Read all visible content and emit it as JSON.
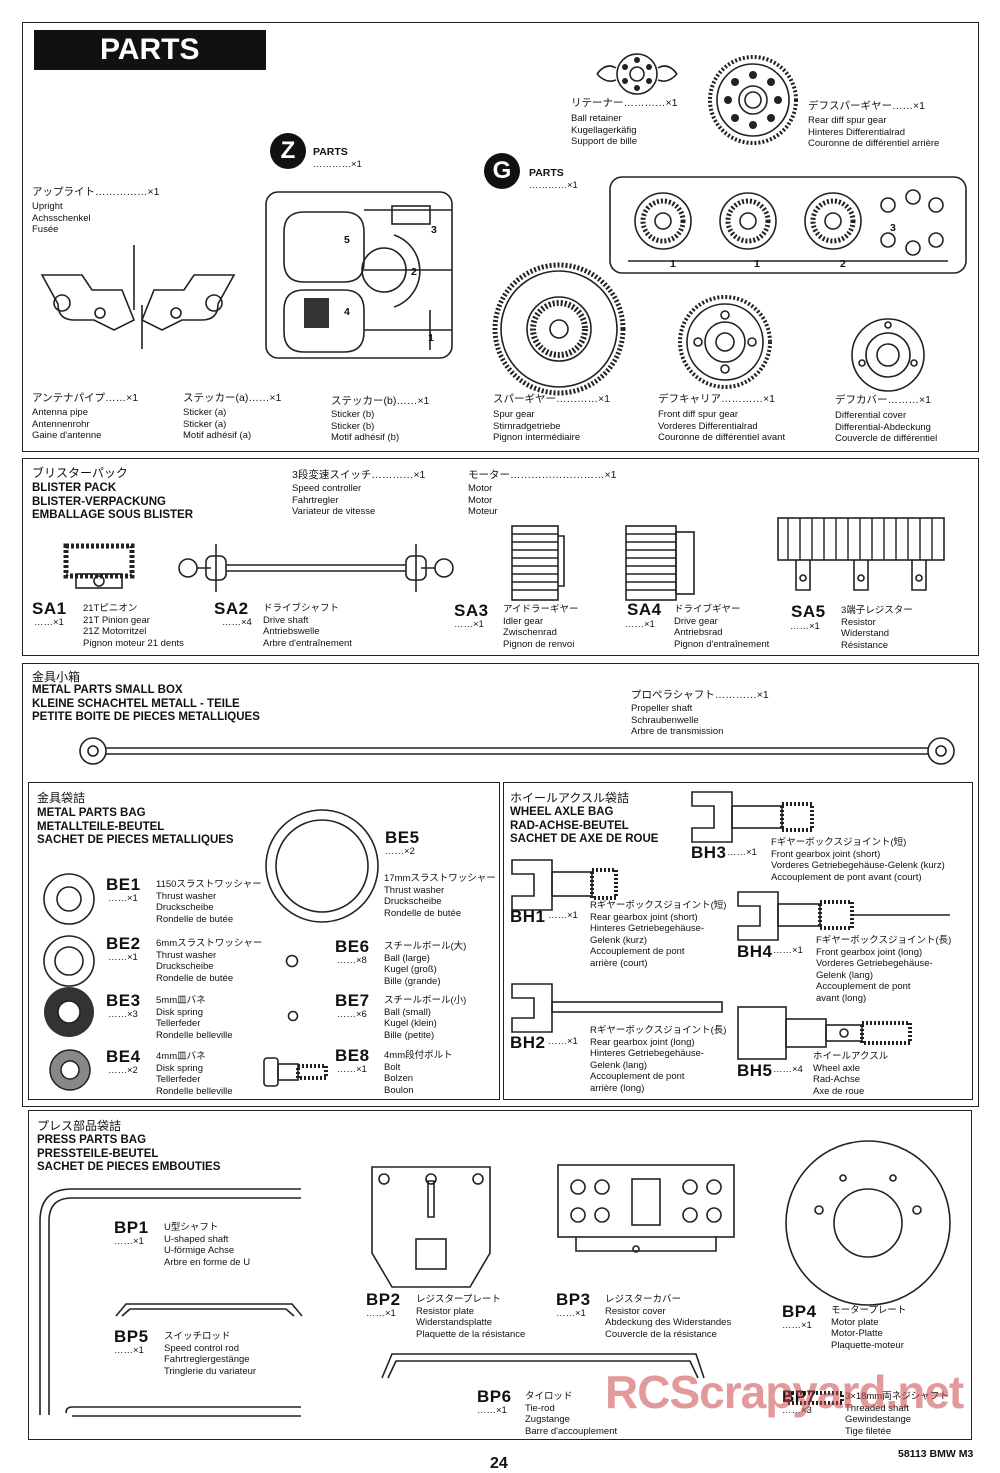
{
  "header": {
    "title": "PARTS"
  },
  "retainer": {
    "jp": "リテーナー",
    "qty": "…………×1",
    "names": "Ball retainer\nKugellagerkäfig\nSupport de bille"
  },
  "rear_diff_gear": {
    "jp": "デフスパーギヤー",
    "qty": "……×1",
    "names": "Rear diff spur gear\nHinteres Differentialrad\nCouronne de différentiel arrière"
  },
  "z_parts": {
    "letter": "Z",
    "label": "PARTS",
    "qty": "…………×1",
    "nums": [
      "1",
      "2",
      "3",
      "4",
      "5"
    ]
  },
  "g_parts": {
    "letter": "G",
    "label": "PARTS",
    "qty": "…………×1",
    "nums": [
      "1",
      "1",
      "2",
      "3"
    ]
  },
  "upright": {
    "jp": "アップライト",
    "qty": "……………×1",
    "names": "Upright\nAchsschenkel\nFusée"
  },
  "antenna": {
    "jp": "アンテナパイプ",
    "qty": "……×1",
    "names": "Antenna pipe\nAntennenrohr\nGaine d'antenne"
  },
  "sticker_a": {
    "jp": "ステッカー(a)",
    "qty": "……×1",
    "names": "Sticker (a)\nSticker (a)\nMotif adhésif (a)"
  },
  "sticker_b": {
    "jp": "ステッカー(b)",
    "qty": "……×1",
    "names": "Sticker (b)\nSticker (b)\nMotif adhésif (b)"
  },
  "spur_gear": {
    "jp": "スパーギヤー",
    "qty": "…………×1",
    "names": "Spur gear\nStirnradgetriebe\nPignon intermédiaire"
  },
  "front_diff": {
    "jp": "デフキャリア",
    "qty": "…………×1",
    "names": "Front diff spur gear\nVorderes Differentialrad\nCouronne de différentiel avant"
  },
  "diff_cover": {
    "jp": "デフカバー",
    "qty": "………×1",
    "names": "Differential cover\nDifferential-Abdeckung\nCouvercle de différentiel"
  },
  "blister": {
    "jp": "ブリスターパック",
    "titles": "BLISTER PACK\nBLISTER-VERPACKUNG\nEMBALLAGE SOUS BLISTER",
    "speed_ctrl": {
      "jp": "3段変速スイッチ",
      "qty": "…………×1",
      "names": "Speed controller\nFahrtregler\nVariateur de vitesse"
    },
    "motor": {
      "jp": "モーター",
      "qty": "………………………×1",
      "names": "Motor\nMotor\nMoteur"
    },
    "items": [
      {
        "code": "SA1",
        "qty": "……×1",
        "names": "21Tピニオン\n21T Pinion gear\n21Z Motorritzel\nPignon moteur 21 dents"
      },
      {
        "code": "SA2",
        "qty": "……×4",
        "names": "ドライブシャフト\nDrive shaft\nAntriebswelle\nArbre d'entraînement"
      },
      {
        "code": "SA3",
        "qty": "……×1",
        "names": "アイドラーギヤー\nIdler gear\nZwischenrad\nPignon de renvoi"
      },
      {
        "code": "SA4",
        "qty": "……×1",
        "names": "ドライブギヤー\nDrive gear\nAntriebsrad\nPignon d'entraînement"
      },
      {
        "code": "SA5",
        "qty": "……×1",
        "names": "3端子レジスター\nResistor\nWiderstand\nRésistance"
      }
    ]
  },
  "metal_box": {
    "jp": "金具小箱",
    "titles": "METAL PARTS SMALL BOX\nKLEINE SCHACHTEL METALL - TEILE\nPETITE BOITE DE PIECES METALLIQUES",
    "prop": {
      "jp": "プロペラシャフト",
      "qty": "…………×1",
      "names": "Propeller shaft\nSchraubenwelle\nArbre de transmission"
    }
  },
  "metal_bag": {
    "jp": "金具袋詰",
    "titles": "METAL PARTS BAG\nMETALLTEILE-BEUTEL\nSACHET DE PIECES METALLIQUES",
    "items": [
      {
        "code": "BE1",
        "qty": "……×1",
        "names": "1150スラストワッシャー\nThrust washer\nDruckscheibe\nRondelle de butée"
      },
      {
        "code": "BE2",
        "qty": "……×1",
        "names": "6mmスラストワッシャー\nThrust washer\nDruckscheibe\nRondelle de butée"
      },
      {
        "code": "BE3",
        "qty": "……×3",
        "names": "5mm皿バネ\nDisk spring\nTellerfeder\nRondelle belleville"
      },
      {
        "code": "BE4",
        "qty": "……×2",
        "names": "4mm皿バネ\nDisk spring\nTellerfeder\nRondelle belleville"
      },
      {
        "code": "BE5",
        "qty": "……×2",
        "names": "17mmスラストワッシャー\nThrust washer\nDruckscheibe\nRondelle de butée"
      },
      {
        "code": "BE6",
        "qty": "……×8",
        "names": "スチールボール(大)\nBall (large)\nKugel (groß)\nBille (grande)"
      },
      {
        "code": "BE7",
        "qty": "……×6",
        "names": "スチールボール(小)\nBall (small)\nKugel (klein)\nBille (petite)"
      },
      {
        "code": "BE8",
        "qty": "……×1",
        "names": "4mm段付ボルト\nBolt\nBolzen\nBoulon"
      }
    ]
  },
  "axle_bag": {
    "jp": "ホイールアクスル袋詰",
    "titles": "WHEEL AXLE BAG\nRAD-ACHSE-BEUTEL\nSACHET DE AXE DE ROUE",
    "items": [
      {
        "code": "BH1",
        "qty": "……×1",
        "names": "Rギヤーボックスジョイント(短)\nRear gearbox joint (short)\nHinteres Getriebegehäuse-\nGelenk (kurz)\nAccouplement de pont\narrière (court)"
      },
      {
        "code": "BH2",
        "qty": "……×1",
        "names": "Rギヤーボックスジョイント(長)\nRear gearbox joint (long)\nHinteres Getriebegehäuse-\nGelenk (lang)\nAccouplement de pont\narrière (long)"
      },
      {
        "code": "BH3",
        "qty": "……×1",
        "names": "Fギヤーボックスジョイント(短)\nFront gearbox joint (short)\nVorderes Getriebegehäuse-Gelenk (kurz)\nAccouplement de pont avant (court)"
      },
      {
        "code": "BH4",
        "qty": "……×1",
        "names": "Fギヤーボックスジョイント(長)\nFront gearbox joint (long)\nVorderes Getriebegehäuse-\nGelenk (lang)\nAccouplement de pont\navant (long)"
      },
      {
        "code": "BH5",
        "qty": "……×4",
        "names": "ホイールアクスル\nWheel axle\nRad-Achse\nAxe de roue"
      }
    ]
  },
  "press_bag": {
    "jp": "プレス部品袋詰",
    "titles": "PRESS PARTS BAG\nPRESSTEILE-BEUTEL\nSACHET DE PIECES EMBOUTIES",
    "items": [
      {
        "code": "BP1",
        "qty": "……×1",
        "names": "U型シャフト\nU-shaped shaft\nU-förmige Achse\nArbre en forme de U"
      },
      {
        "code": "BP2",
        "qty": "……×1",
        "names": "レジスタープレート\nResistor plate\nWiderstandsplatte\nPlaquette de la résistance"
      },
      {
        "code": "BP3",
        "qty": "……×1",
        "names": "レジスターカバー\nResistor cover\nAbdeckung des Widerstandes\nCouvercle de la résistance"
      },
      {
        "code": "BP4",
        "qty": "……×1",
        "names": "モータープレート\nMotor plate\nMotor-Platte\nPlaquette-moteur"
      },
      {
        "code": "BP5",
        "qty": "……×1",
        "names": "スイッチロッド\nSpeed control rod\nFahrtreglergestänge\nTringlerie du variateur"
      },
      {
        "code": "BP6",
        "qty": "……×1",
        "names": "タイロッド\nTie-rod\nZugstange\nBarre d'accouplement"
      },
      {
        "code": "BP7",
        "qty": "……×3",
        "names": "3×18mm両ネジシャフト\nThreaded shaft\nGewindestange\nTige filetée"
      }
    ]
  },
  "footer": {
    "page": "24",
    "model": "58113 BMW M3",
    "watermark": "RCScrapyard.net"
  }
}
